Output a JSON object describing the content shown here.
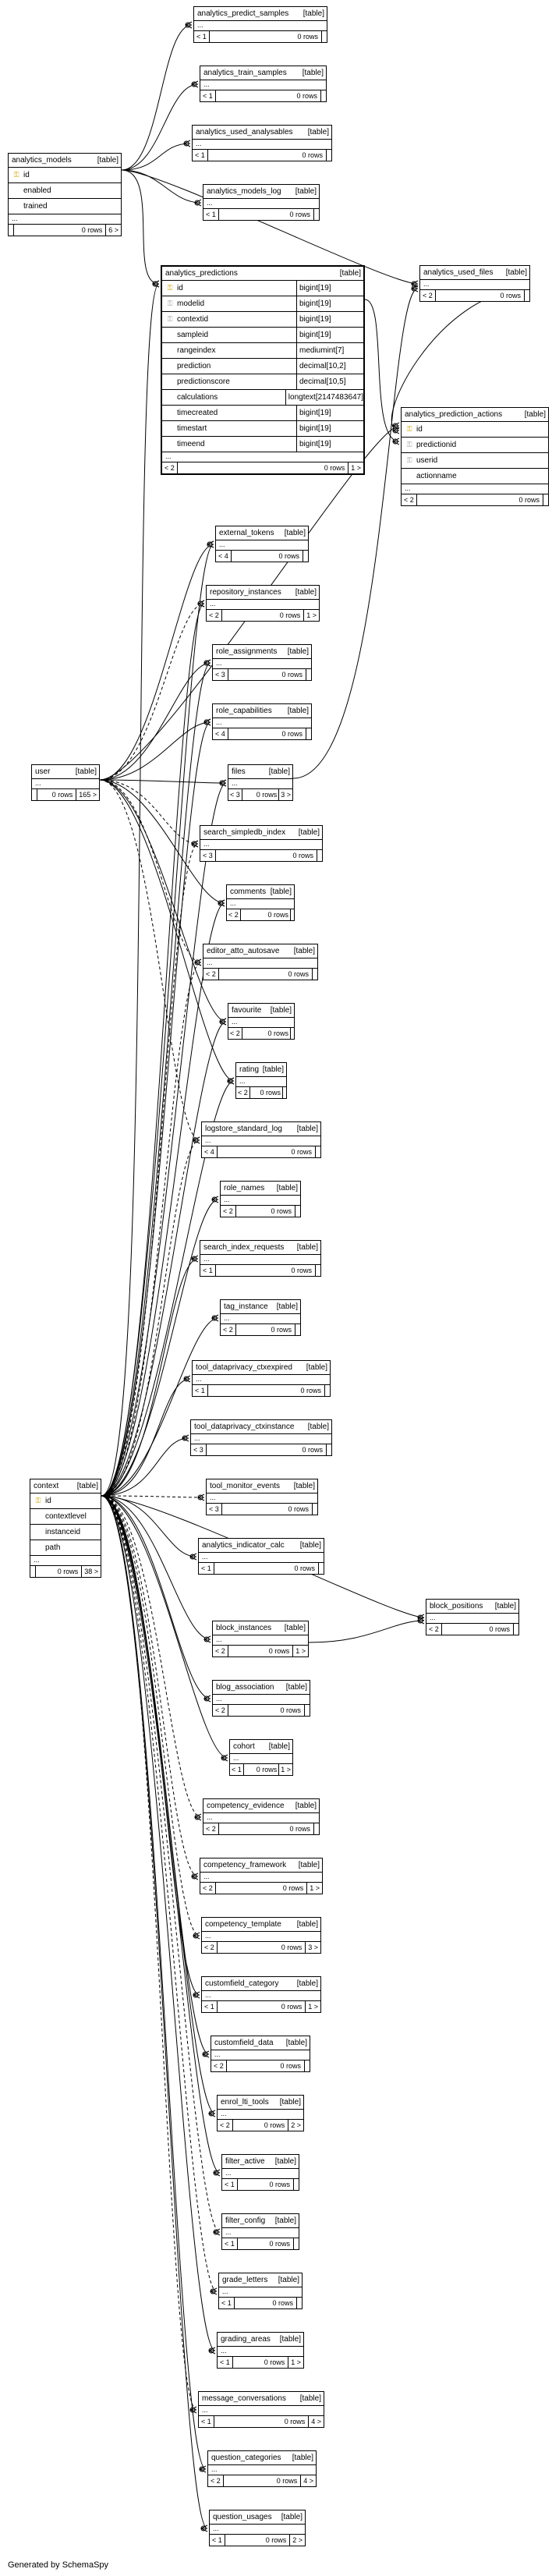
{
  "title": "Generated by SchemaSpy",
  "table_tag": "[table]",
  "tables": [
    {
      "id": "t_predict_samples",
      "name": "analytics_predict_samples",
      "rows": [],
      "ellipsis": false,
      "parents": "< 1",
      "row_count": "0 rows",
      "children": ""
    },
    {
      "id": "t_train_samples",
      "name": "analytics_train_samples",
      "rows": [],
      "ellipsis": false,
      "parents": "< 1",
      "row_count": "0 rows",
      "children": ""
    },
    {
      "id": "t_used_analysables",
      "name": "analytics_used_analysables",
      "rows": [],
      "ellipsis": false,
      "parents": "< 1",
      "row_count": "0 rows",
      "children": ""
    },
    {
      "id": "t_models_log",
      "name": "analytics_models_log",
      "rows": [],
      "ellipsis": false,
      "parents": "< 1",
      "row_count": "0 rows",
      "children": ""
    },
    {
      "id": "t_models",
      "name": "analytics_models",
      "rows": [
        {
          "key": "pk",
          "name": "id"
        },
        {
          "key": "",
          "name": "enabled"
        },
        {
          "key": "",
          "name": "trained"
        }
      ],
      "ellipsis": true,
      "parents": "",
      "row_count": "0 rows",
      "children": "6 >"
    },
    {
      "id": "t_predictions",
      "name": "analytics_predictions",
      "rows": [
        {
          "key": "pk",
          "name": "id",
          "type": "bigint[19]"
        },
        {
          "key": "fk",
          "name": "modelid",
          "type": "bigint[19]"
        },
        {
          "key": "fk",
          "name": "contextid",
          "type": "bigint[19]"
        },
        {
          "key": "",
          "name": "sampleid",
          "type": "bigint[19]"
        },
        {
          "key": "",
          "name": "rangeindex",
          "type": "mediumint[7]"
        },
        {
          "key": "",
          "name": "prediction",
          "type": "decimal[10,2]"
        },
        {
          "key": "",
          "name": "predictionscore",
          "type": "decimal[10,5]"
        },
        {
          "key": "",
          "name": "calculations",
          "type": "longtext[2147483647]"
        },
        {
          "key": "",
          "name": "timecreated",
          "type": "bigint[19]"
        },
        {
          "key": "",
          "name": "timestart",
          "type": "bigint[19]"
        },
        {
          "key": "",
          "name": "timeend",
          "type": "bigint[19]"
        }
      ],
      "ellipsis": false,
      "parents": "< 2",
      "row_count": "0 rows",
      "children": "1 >"
    },
    {
      "id": "t_used_files",
      "name": "analytics_used_files",
      "rows": [],
      "ellipsis": false,
      "parents": "< 2",
      "row_count": "0 rows",
      "children": ""
    },
    {
      "id": "t_prediction_actions",
      "name": "analytics_prediction_actions",
      "rows": [
        {
          "key": "pk",
          "name": "id"
        },
        {
          "key": "fk",
          "name": "predictionid"
        },
        {
          "key": "fk",
          "name": "userid"
        },
        {
          "key": "",
          "name": "actionname"
        }
      ],
      "ellipsis": true,
      "parents": "< 2",
      "row_count": "0 rows",
      "children": ""
    },
    {
      "id": "t_external_tokens",
      "name": "external_tokens",
      "rows": [],
      "ellipsis": false,
      "parents": "< 4",
      "row_count": "0 rows",
      "children": ""
    },
    {
      "id": "t_repository_instances",
      "name": "repository_instances",
      "rows": [],
      "ellipsis": false,
      "parents": "< 2",
      "row_count": "0 rows",
      "children": "1 >"
    },
    {
      "id": "t_role_assignments",
      "name": "role_assignments",
      "rows": [],
      "ellipsis": false,
      "parents": "< 3",
      "row_count": "0 rows",
      "children": ""
    },
    {
      "id": "t_role_capabilities",
      "name": "role_capabilities",
      "rows": [],
      "ellipsis": false,
      "parents": "< 4",
      "row_count": "0 rows",
      "children": ""
    },
    {
      "id": "t_user",
      "name": "user",
      "rows": [],
      "ellipsis": true,
      "parents": "",
      "row_count": "0 rows",
      "children": "165 >"
    },
    {
      "id": "t_files",
      "name": "files",
      "rows": [],
      "ellipsis": false,
      "parents": "< 3",
      "row_count": "0 rows",
      "children": "3 >"
    },
    {
      "id": "t_search_simpledb_index",
      "name": "search_simpledb_index",
      "rows": [],
      "ellipsis": false,
      "parents": "< 3",
      "row_count": "0 rows",
      "children": ""
    },
    {
      "id": "t_comments",
      "name": "comments",
      "rows": [],
      "ellipsis": false,
      "parents": "< 2",
      "row_count": "0 rows",
      "children": ""
    },
    {
      "id": "t_editor_atto_autosave",
      "name": "editor_atto_autosave",
      "rows": [],
      "ellipsis": false,
      "parents": "< 2",
      "row_count": "0 rows",
      "children": ""
    },
    {
      "id": "t_favourite",
      "name": "favourite",
      "rows": [],
      "ellipsis": false,
      "parents": "< 2",
      "row_count": "0 rows",
      "children": ""
    },
    {
      "id": "t_rating",
      "name": "rating",
      "rows": [],
      "ellipsis": false,
      "parents": "< 2",
      "row_count": "0 rows",
      "children": ""
    },
    {
      "id": "t_logstore_standard_log",
      "name": "logstore_standard_log",
      "rows": [],
      "ellipsis": false,
      "parents": "< 4",
      "row_count": "0 rows",
      "children": ""
    },
    {
      "id": "t_role_names",
      "name": "role_names",
      "rows": [],
      "ellipsis": false,
      "parents": "< 2",
      "row_count": "0 rows",
      "children": ""
    },
    {
      "id": "t_search_index_requests",
      "name": "search_index_requests",
      "rows": [],
      "ellipsis": false,
      "parents": "< 1",
      "row_count": "0 rows",
      "children": ""
    },
    {
      "id": "t_tag_instance",
      "name": "tag_instance",
      "rows": [],
      "ellipsis": false,
      "parents": "< 2",
      "row_count": "0 rows",
      "children": ""
    },
    {
      "id": "t_tool_dataprivacy_ctxexpired",
      "name": "tool_dataprivacy_ctxexpired",
      "rows": [],
      "ellipsis": false,
      "parents": "< 1",
      "row_count": "0 rows",
      "children": ""
    },
    {
      "id": "t_tool_dataprivacy_ctxinstance",
      "name": "tool_dataprivacy_ctxinstance",
      "rows": [],
      "ellipsis": false,
      "parents": "< 3",
      "row_count": "0 rows",
      "children": ""
    },
    {
      "id": "t_context",
      "name": "context",
      "rows": [
        {
          "key": "pk",
          "name": "id"
        },
        {
          "key": "",
          "name": "contextlevel"
        },
        {
          "key": "",
          "name": "instanceid"
        },
        {
          "key": "",
          "name": "path"
        }
      ],
      "ellipsis": true,
      "parents": "",
      "row_count": "0 rows",
      "children": "38 >"
    },
    {
      "id": "t_tool_monitor_events",
      "name": "tool_monitor_events",
      "rows": [],
      "ellipsis": false,
      "parents": "< 3",
      "row_count": "0 rows",
      "children": ""
    },
    {
      "id": "t_analytics_indicator_calc",
      "name": "analytics_indicator_calc",
      "rows": [],
      "ellipsis": false,
      "parents": "< 1",
      "row_count": "0 rows",
      "children": ""
    },
    {
      "id": "t_block_instances",
      "name": "block_instances",
      "rows": [],
      "ellipsis": false,
      "parents": "< 2",
      "row_count": "0 rows",
      "children": "1 >"
    },
    {
      "id": "t_block_positions",
      "name": "block_positions",
      "rows": [],
      "ellipsis": false,
      "parents": "< 2",
      "row_count": "0 rows",
      "children": ""
    },
    {
      "id": "t_blog_association",
      "name": "blog_association",
      "rows": [],
      "ellipsis": false,
      "parents": "< 2",
      "row_count": "0 rows",
      "children": ""
    },
    {
      "id": "t_cohort",
      "name": "cohort",
      "rows": [],
      "ellipsis": false,
      "parents": "< 1",
      "row_count": "0 rows",
      "children": "1 >"
    },
    {
      "id": "t_competency_evidence",
      "name": "competency_evidence",
      "rows": [],
      "ellipsis": false,
      "parents": "< 2",
      "row_count": "0 rows",
      "children": ""
    },
    {
      "id": "t_competency_framework",
      "name": "competency_framework",
      "rows": [],
      "ellipsis": false,
      "parents": "< 2",
      "row_count": "0 rows",
      "children": "1 >"
    },
    {
      "id": "t_competency_template",
      "name": "competency_template",
      "rows": [],
      "ellipsis": false,
      "parents": "< 2",
      "row_count": "0 rows",
      "children": "3 >"
    },
    {
      "id": "t_customfield_category",
      "name": "customfield_category",
      "rows": [],
      "ellipsis": false,
      "parents": "< 1",
      "row_count": "0 rows",
      "children": "1 >"
    },
    {
      "id": "t_customfield_data",
      "name": "customfield_data",
      "rows": [],
      "ellipsis": false,
      "parents": "< 2",
      "row_count": "0 rows",
      "children": ""
    },
    {
      "id": "t_enrol_lti_tools",
      "name": "enrol_lti_tools",
      "rows": [],
      "ellipsis": false,
      "parents": "< 2",
      "row_count": "0 rows",
      "children": "2 >"
    },
    {
      "id": "t_filter_active",
      "name": "filter_active",
      "rows": [],
      "ellipsis": false,
      "parents": "< 1",
      "row_count": "0 rows",
      "children": ""
    },
    {
      "id": "t_filter_config",
      "name": "filter_config",
      "rows": [],
      "ellipsis": false,
      "parents": "< 1",
      "row_count": "0 rows",
      "children": ""
    },
    {
      "id": "t_grade_letters",
      "name": "grade_letters",
      "rows": [],
      "ellipsis": false,
      "parents": "< 1",
      "row_count": "0 rows",
      "children": ""
    },
    {
      "id": "t_grading_areas",
      "name": "grading_areas",
      "rows": [],
      "ellipsis": false,
      "parents": "< 1",
      "row_count": "0 rows",
      "children": "1 >"
    },
    {
      "id": "t_message_conversations",
      "name": "message_conversations",
      "rows": [],
      "ellipsis": false,
      "parents": "< 1",
      "row_count": "0 rows",
      "children": "4 >"
    },
    {
      "id": "t_question_categories",
      "name": "question_categories",
      "rows": [],
      "ellipsis": false,
      "parents": "< 2",
      "row_count": "0 rows",
      "children": "4 >"
    },
    {
      "id": "t_question_usages",
      "name": "question_usages",
      "rows": [],
      "ellipsis": false,
      "parents": "< 1",
      "row_count": "0 rows",
      "children": "2 >"
    }
  ]
}
